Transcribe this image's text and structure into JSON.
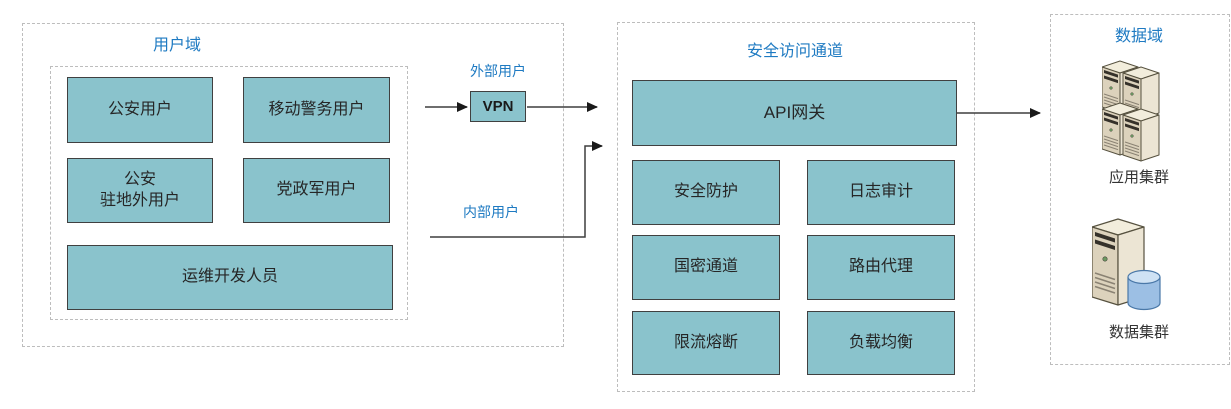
{
  "user_domain": {
    "title": "用户域",
    "boxes": [
      "公安用户",
      "移动警务用户",
      "公安\n驻地外用户",
      "党政军用户",
      "运维开发人员"
    ]
  },
  "connectors": {
    "external_label": "外部用户",
    "vpn_label": "VPN",
    "internal_label": "内部用户"
  },
  "gateway_domain": {
    "title": "安全访问通道",
    "api_gateway": "API网关",
    "boxes": [
      "安全防护",
      "日志审计",
      "国密通道",
      "路由代理",
      "限流熔断",
      "负载均衡"
    ]
  },
  "data_domain": {
    "title": "数据域",
    "clusters": [
      {
        "label": "应用集群",
        "icon": "server-cluster-icon"
      },
      {
        "label": "数据集群",
        "icon": "database-server-icon"
      }
    ]
  },
  "colors": {
    "title_blue": "#1e7ac2",
    "box_fill": "#8ac3cc",
    "box_border": "#404040",
    "arrow": "#3f3f3f",
    "dashed_border": "#bdbdbd"
  }
}
